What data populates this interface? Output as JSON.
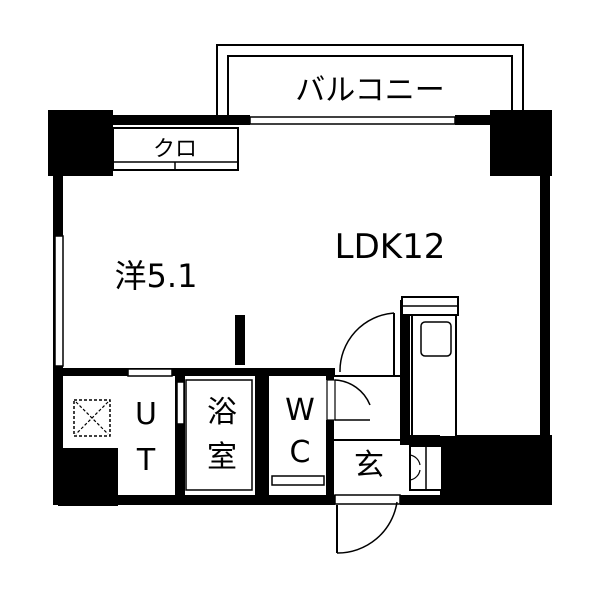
{
  "labels": {
    "balcony": "バルコニー",
    "closet": "クロ",
    "ldk": "LDK12",
    "western_room": "洋5.1",
    "ut_u": "U",
    "ut_t": "T",
    "bath_1": "浴",
    "bath_2": "室",
    "wc_w": "W",
    "wc_c": "C",
    "entrance": "玄"
  },
  "colors": {
    "wall": "#000000",
    "background": "#ffffff",
    "line": "#000000"
  }
}
